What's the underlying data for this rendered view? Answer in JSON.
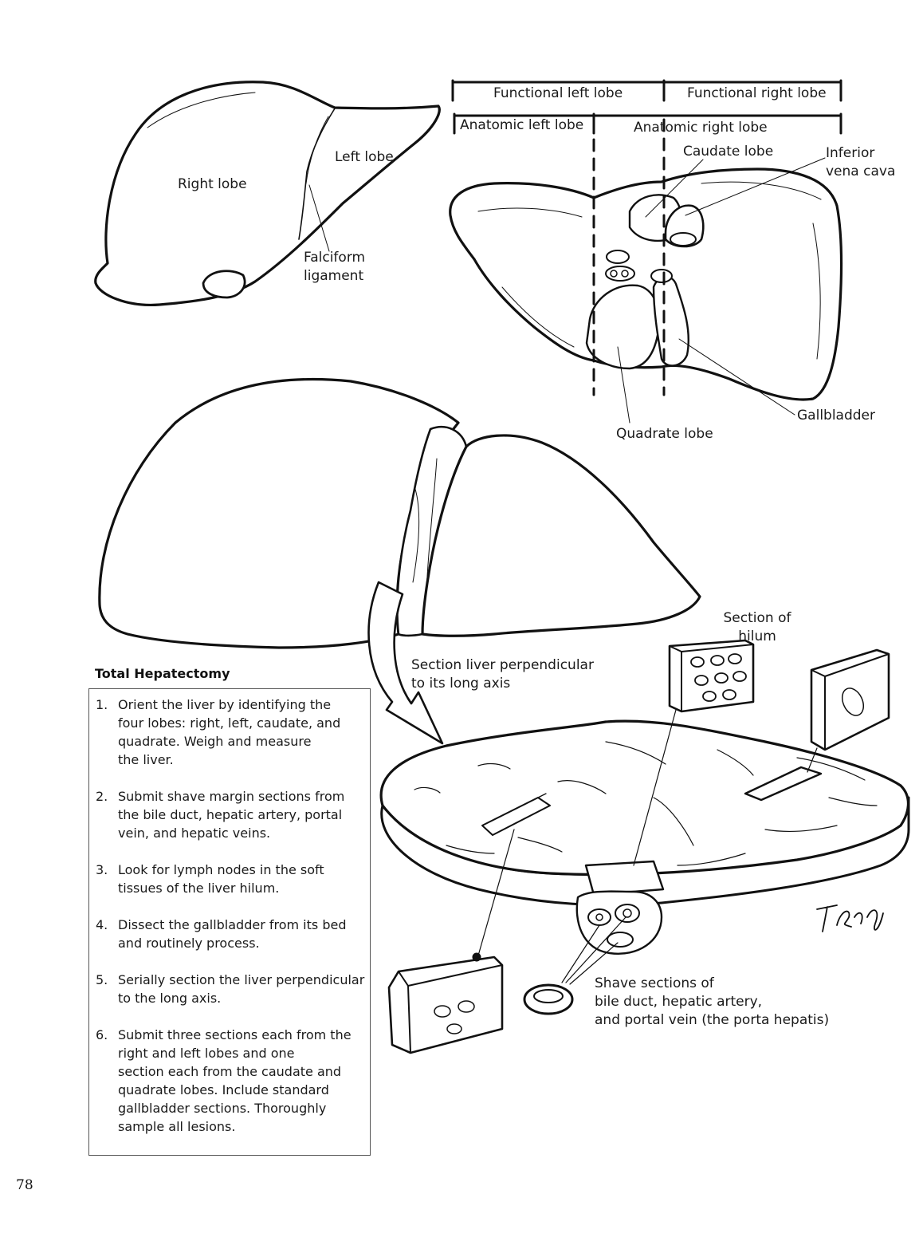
{
  "labels": {
    "functional_left": "Functional left lobe",
    "functional_right": "Functional right lobe",
    "anatomic_left": "Anatomic left lobe",
    "anatomic_right": "Anatomic right lobe",
    "caudate": "Caudate lobe",
    "ivc": [
      "Inferior",
      "vena cava"
    ],
    "left_lobe": "Left lobe",
    "right_lobe": "Right lobe",
    "falciform": [
      "Falciform",
      "ligament"
    ],
    "gallbladder": "Gallbladder",
    "quadrate": "Quadrate lobe",
    "section_hilum": [
      "Section of",
      "hilum"
    ],
    "section_perp": [
      "Section liver perpendicular",
      "to its long axis"
    ],
    "shave": [
      "Shave sections of",
      "bile duct, hepatic artery,",
      "and portal vein (the porta hepatis)"
    ]
  },
  "procedure": {
    "title": "Total Hepatectomy",
    "steps": [
      {
        "num": "1.",
        "lines": [
          "Orient the liver by identifying the",
          "four lobes: right, left, caudate, and",
          "quadrate.  Weigh and measure",
          "the liver."
        ]
      },
      {
        "num": "2.",
        "lines": [
          "Submit shave margin sections from",
          "the bile duct, hepatic artery, portal",
          "vein, and hepatic veins."
        ]
      },
      {
        "num": "3.",
        "lines": [
          "Look for lymph nodes in the soft",
          "tissues of the liver hilum."
        ]
      },
      {
        "num": "4.",
        "lines": [
          "Dissect the gallbladder from its bed",
          "and routinely process."
        ]
      },
      {
        "num": "5.",
        "lines": [
          "Serially section the liver perpendicular",
          "to the long axis."
        ]
      },
      {
        "num": "6.",
        "lines": [
          "Submit three sections each from the",
          "right and left lobes and one",
          "section each from the caudate and",
          "quadrate lobes.  Include standard",
          "gallbladder sections.  Thoroughly",
          "sample all lesions."
        ]
      }
    ]
  },
  "page_number": "78"
}
